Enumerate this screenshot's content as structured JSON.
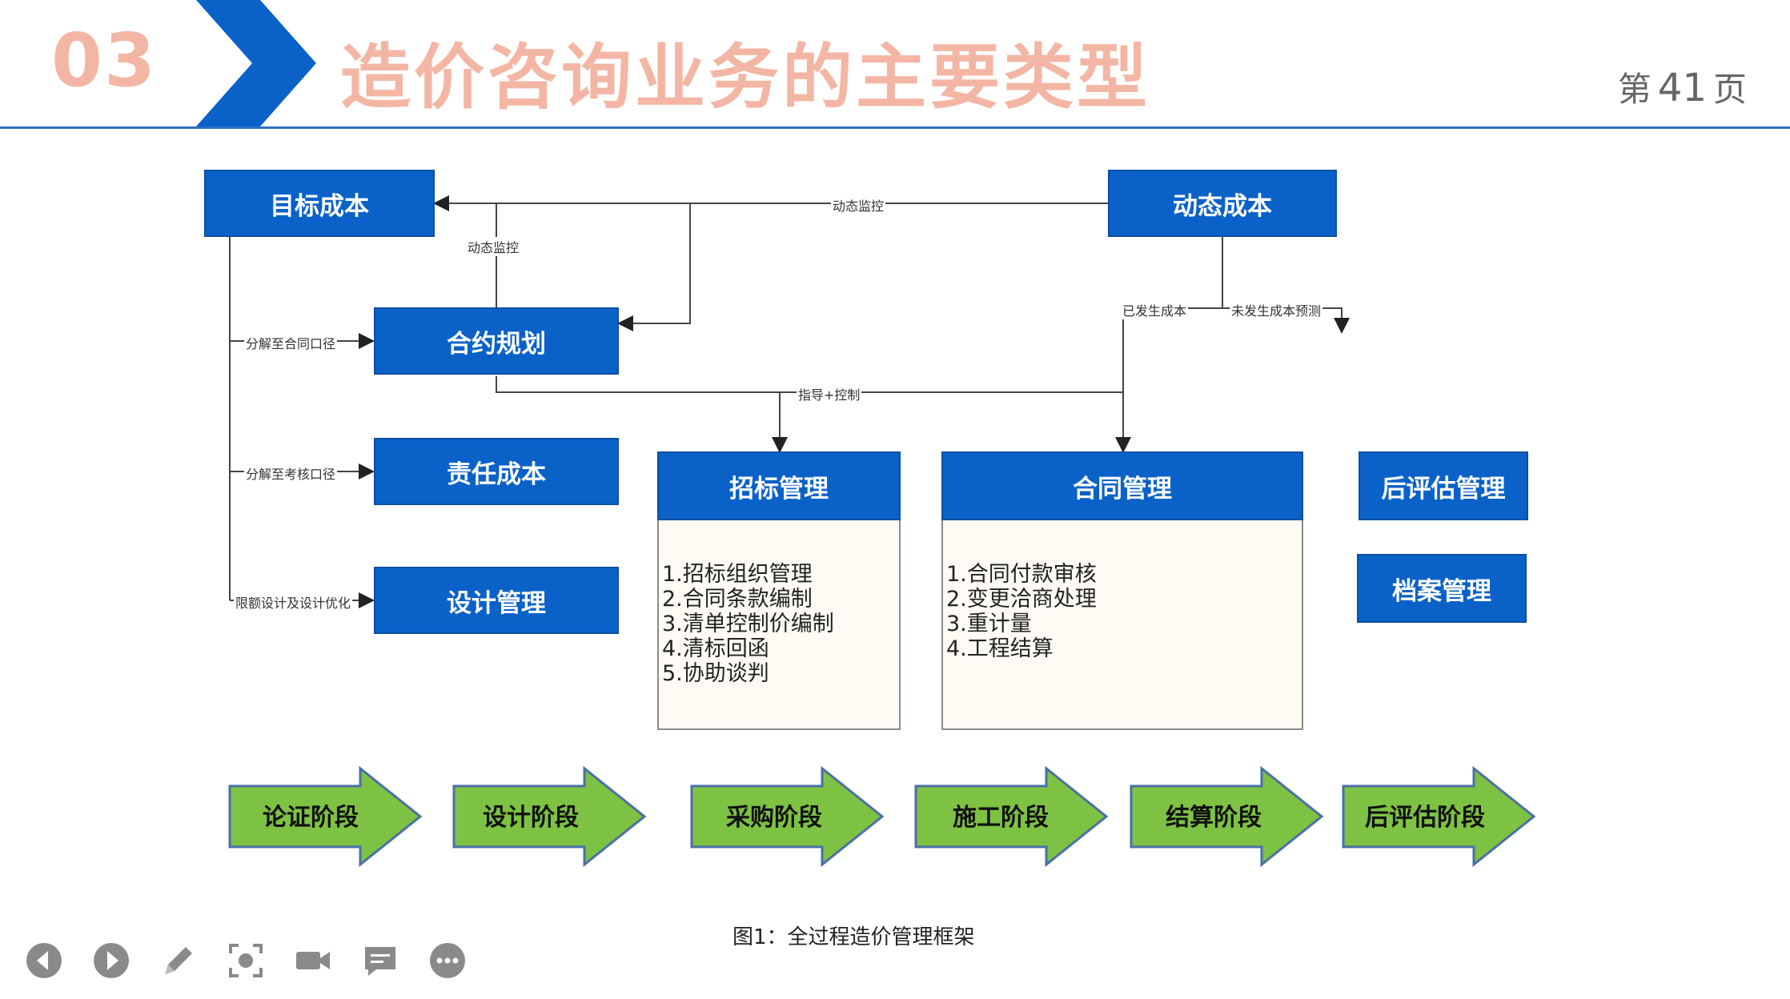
{
  "header": {
    "section_number": "03",
    "title": "造价咨询业务的主要类型",
    "page_prefix": "第",
    "page_number": "41",
    "page_suffix": "页"
  },
  "boxes": {
    "target_cost": "目标成本",
    "dynamic_cost": "动态成本",
    "contract_planning": "合约规划",
    "responsibility_cost": "责任成本",
    "design_management": "设计管理",
    "tender_management": "招标管理",
    "contract_management": "合同管理",
    "post_evaluation": "后评估管理",
    "archive_management": "档案管理"
  },
  "tender_items": [
    "1.招标组织管理",
    "2.合同条款编制",
    "3.清单控制价编制",
    "4.清标回函",
    "5.协助谈判"
  ],
  "contract_items": [
    "1.合同付款审核",
    "2.变更洽商处理",
    "3.重计量",
    "4.工程结算"
  ],
  "connector_labels": {
    "dynamic_monitor_top": "动态监控",
    "dynamic_monitor_left": "动态监控",
    "incurred_cost": "已发生成本",
    "future_cost_forecast": "未发生成本预测",
    "guide_control": "指导+控制",
    "decompose_contract": "分解至合同口径",
    "decompose_assess": "分解至考核口径",
    "limit_design": "限额设计及设计优化"
  },
  "stages": [
    "论证阶段",
    "设计阶段",
    "采购阶段",
    "施工阶段",
    "结算阶段",
    "后评估阶段"
  ],
  "caption": "图1：全过程造价管理框架",
  "colors": {
    "header_blue": "#0a62c9",
    "header_title": "#f4b6a4",
    "box_blue": "#0a62c9",
    "stage_green": "#7dc242",
    "stage_border": "#4a6fa8"
  },
  "toolbar": [
    "prev-icon",
    "next-icon",
    "pen-icon",
    "screenshot-icon",
    "camera-icon",
    "comment-icon",
    "more-icon"
  ]
}
